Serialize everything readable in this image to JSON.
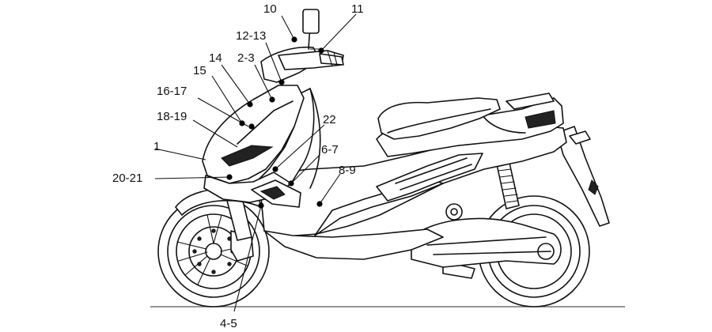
{
  "callouts": [
    {
      "id": "c10",
      "text": "10"
    },
    {
      "id": "c11",
      "text": "11"
    },
    {
      "id": "c12_13",
      "text": "12-13"
    },
    {
      "id": "c14",
      "text": "14"
    },
    {
      "id": "c2_3",
      "text": "2-3"
    },
    {
      "id": "c15",
      "text": "15"
    },
    {
      "id": "c16_17",
      "text": "16-17"
    },
    {
      "id": "c18_19",
      "text": "18-19"
    },
    {
      "id": "c22",
      "text": "22"
    },
    {
      "id": "c1",
      "text": "1"
    },
    {
      "id": "c6_7",
      "text": "6-7"
    },
    {
      "id": "c8_9",
      "text": "8-9"
    },
    {
      "id": "c20_21",
      "text": "20-21"
    },
    {
      "id": "c4_5",
      "text": "4-5"
    }
  ]
}
